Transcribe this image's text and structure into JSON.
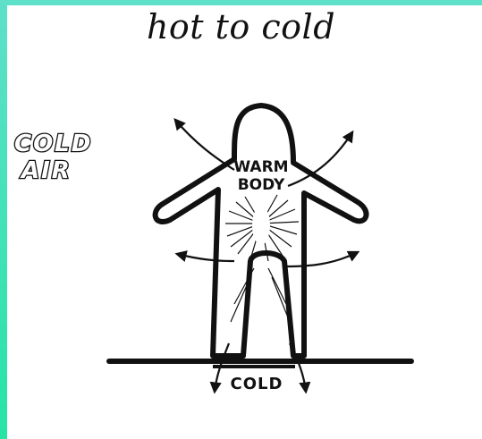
{
  "title": "hot to cold",
  "labels": {
    "cold_air_line1": "COLD",
    "cold_air_line2": "AIR",
    "warm": "WARM",
    "body": "BODY",
    "cold_ground": "COLD"
  }
}
